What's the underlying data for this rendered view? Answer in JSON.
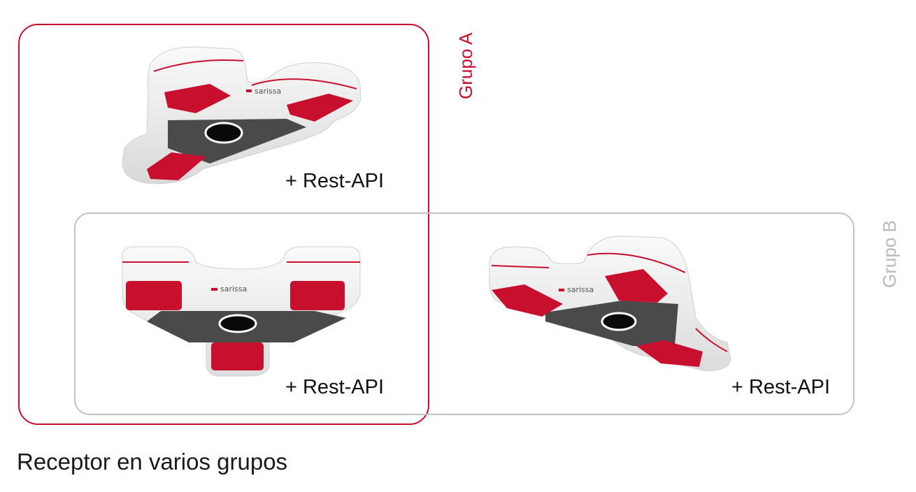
{
  "groups": {
    "a": {
      "label": "Grupo A"
    },
    "b": {
      "label": "Grupo B"
    }
  },
  "receivers": [
    {
      "api": "+ Rest-API",
      "brand": "sarissa"
    },
    {
      "api": "+ Rest-API",
      "brand": "sarissa"
    },
    {
      "api": "+ Rest-API",
      "brand": "sarissa"
    }
  ],
  "caption": "Receptor en varios grupos",
  "colors": {
    "group_a": "#c8102e",
    "group_b": "#c4c4c4",
    "pad": "#c8102e",
    "body": "#ececec",
    "plate": "#4a4a4a"
  }
}
